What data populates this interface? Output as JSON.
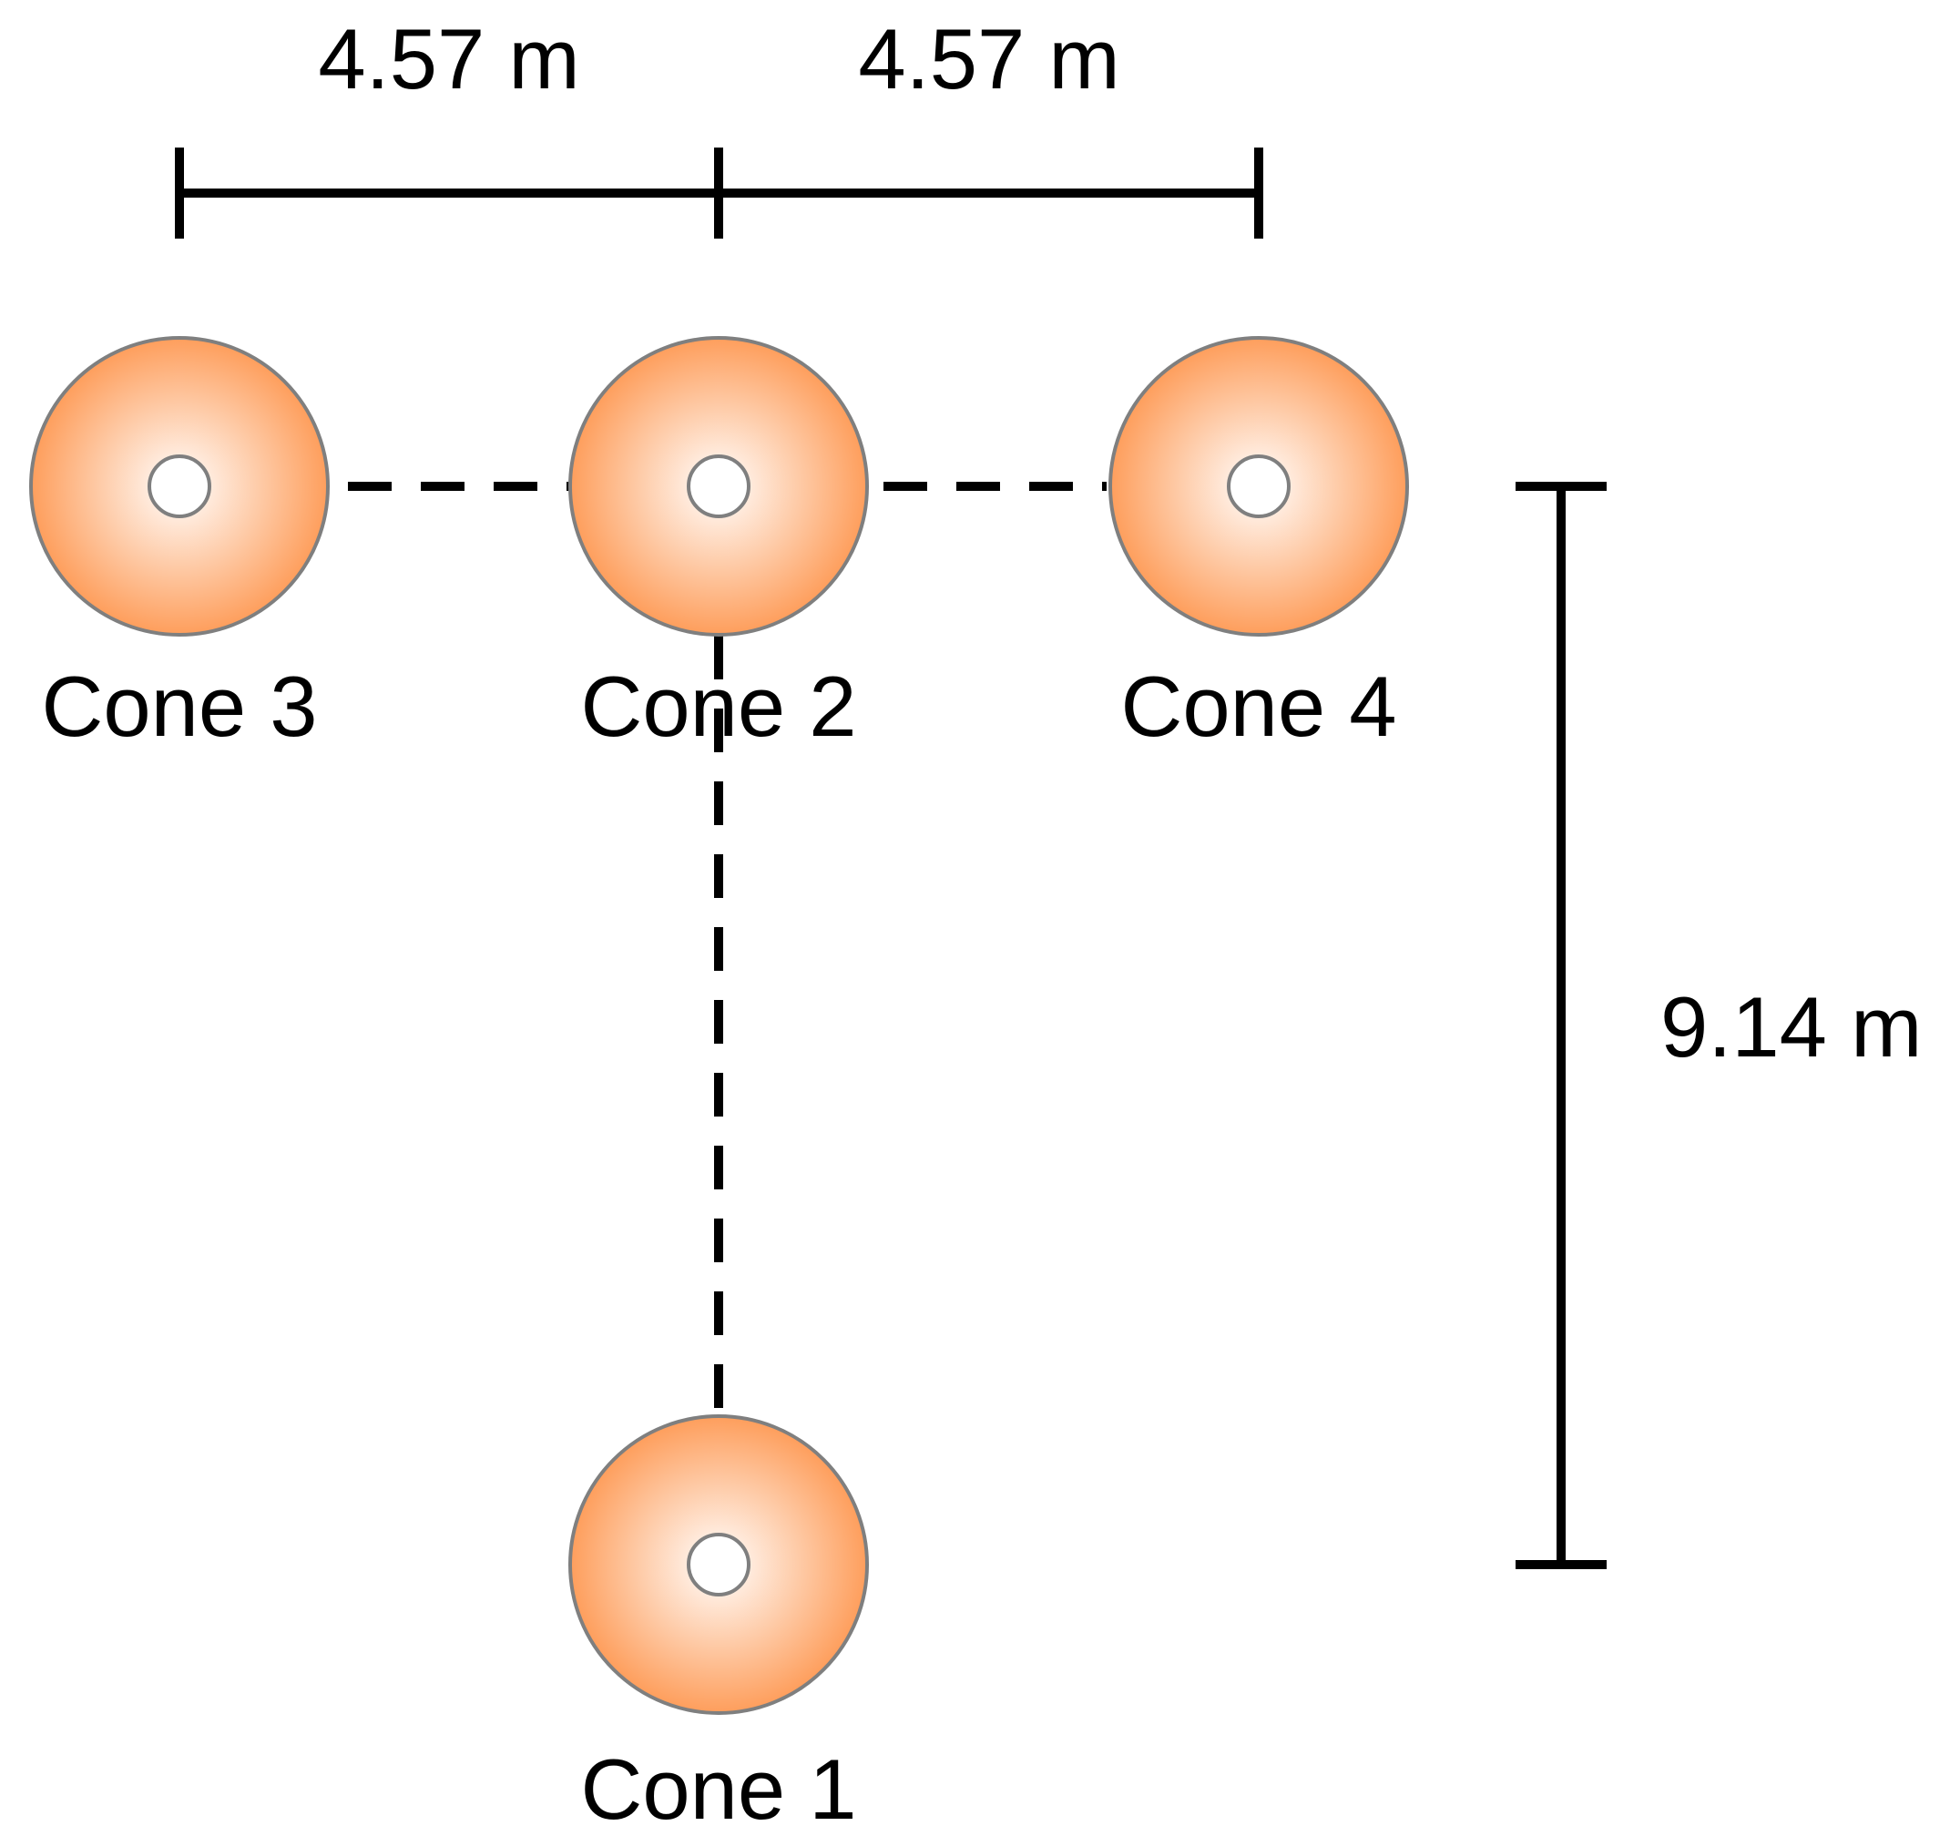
{
  "diagram": {
    "dimensions": {
      "top_left": "4.57 m",
      "top_right": "4.57 m",
      "right_vertical": "9.14 m"
    },
    "cones": {
      "cone_3": "Cone 3",
      "cone_2": "Cone 2",
      "cone_4": "Cone 4",
      "cone_1": "Cone 1"
    },
    "colors": {
      "cone_outer": "#fe9e5c",
      "cone_inner": "#ffffff",
      "cone_stroke": "#7f7f7f",
      "line": "#000000"
    }
  }
}
